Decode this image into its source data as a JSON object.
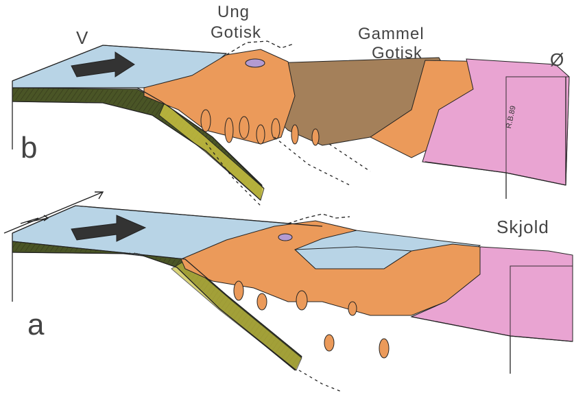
{
  "labels": {
    "west": "V",
    "young_gothian_line1": "Ung",
    "young_gothian_line2": "Gotisk",
    "old_gothian_line1": "Gammel",
    "old_gothian_line2": "Gotisk",
    "east": "Ø",
    "panel_b": "b",
    "shield": "Skjold",
    "panel_a": "a",
    "signature": "R.B.89"
  },
  "colors": {
    "ocean_surface": "#b8d4e6",
    "oceanic_crust": "#4a5526",
    "oceanic_crust_light": "#c8c040",
    "gothian_crust": "#eb9a5a",
    "old_gothian_crust": "#a4805a",
    "shield_crust": "#e9a4d2",
    "volcano_purple": "#b39bd2",
    "arrow": "#333333",
    "lines": "#222222"
  },
  "icons": {
    "plate_motion_arrow": "block-arrow-right",
    "shear_arrows": "half-arrow-pair"
  }
}
